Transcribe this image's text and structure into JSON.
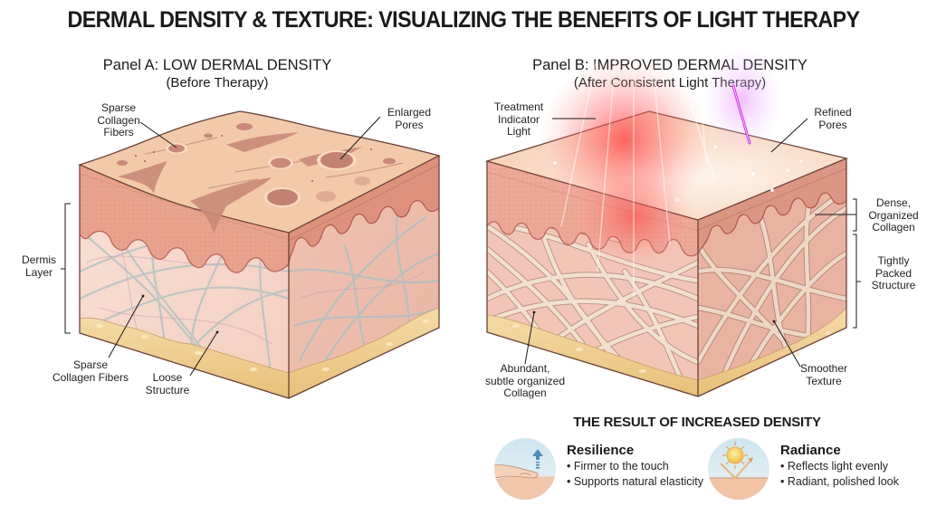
{
  "title": "DERMAL DENSITY & TEXTURE: VISUALIZING THE BENEFITS OF LIGHT THERAPY",
  "panel_a": {
    "title": "Panel A: LOW DERMAL DENSITY",
    "subtitle": "(Before Therapy)",
    "labels": {
      "sparse_top_1": "Sparse",
      "sparse_top_2": "Collagen",
      "sparse_top_3": "Fibers",
      "enlarged_1": "Enlarged",
      "enlarged_2": "Pores",
      "dermis_1": "Dermis",
      "dermis_2": "Layer",
      "sparse_bottom_1": "Sparse",
      "sparse_bottom_2": "Collagen Fibers",
      "loose_1": "Loose",
      "loose_2": "Structure"
    }
  },
  "panel_b": {
    "title": "Panel B: IMPROVED DERMAL DENSITY",
    "subtitle": "(After Consistent Light Therapy)",
    "labels": {
      "treatment_1": "Treatment",
      "treatment_2": "Indicator",
      "treatment_3": "Light",
      "refined_1": "Refined",
      "refined_2": "Pores",
      "dense_1": "Dense,",
      "dense_2": "Organized",
      "dense_3": "Collagen",
      "tight_1": "Tightly",
      "tight_2": "Packed",
      "tight_3": "Structure",
      "abundant_1": "Abundant,",
      "abundant_2": "subtle organized",
      "abundant_3": "Collagen",
      "smoother_1": "Smoother",
      "smoother_2": "Texture"
    }
  },
  "results": {
    "title": "THE RESULT OF INCREASED DENSITY",
    "items": [
      {
        "icon": "finger-press-icon",
        "heading": "Resilience",
        "points": [
          "Firmer to the touch",
          "Supports natural elasticity"
        ]
      },
      {
        "icon": "sun-reflection-icon",
        "heading": "Radiance",
        "points": [
          "Reflects light evenly",
          "Radiant, polished look"
        ]
      }
    ]
  },
  "colors": {
    "epidermis_top": "#f2cba9",
    "epidermis_band": "#e8a08a",
    "dermis": "#f5d5c8",
    "fat": "#f0d08f",
    "fiber_sparse": "#b8c4be",
    "fiber_dense": "#ecdcc9",
    "light_red": "#ff4d4d",
    "light_violet": "#d24ce6"
  }
}
